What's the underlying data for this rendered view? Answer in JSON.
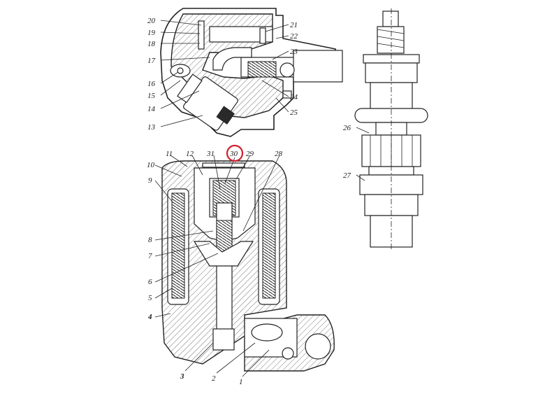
{
  "labels": {
    "n1": "1",
    "n2": "2",
    "n3": "3",
    "n4": "4",
    "n5": "5",
    "n6": "6",
    "n7": "7",
    "n8": "8",
    "n9": "9",
    "n10": "10",
    "n11": "11",
    "n12": "12",
    "n13": "13",
    "n14": "14",
    "n15": "15",
    "n16": "16",
    "n17": "17",
    "n18": "18",
    "n19": "19",
    "n20": "20",
    "n21": "21",
    "n22": "22",
    "n23": "23",
    "n24": "24",
    "n25": "25",
    "n26": "26",
    "n27": "27",
    "n28": "28",
    "n29": "29",
    "n30": "30",
    "n31": "31"
  },
  "highlight": {
    "label": "30",
    "color": "#d0202a"
  }
}
